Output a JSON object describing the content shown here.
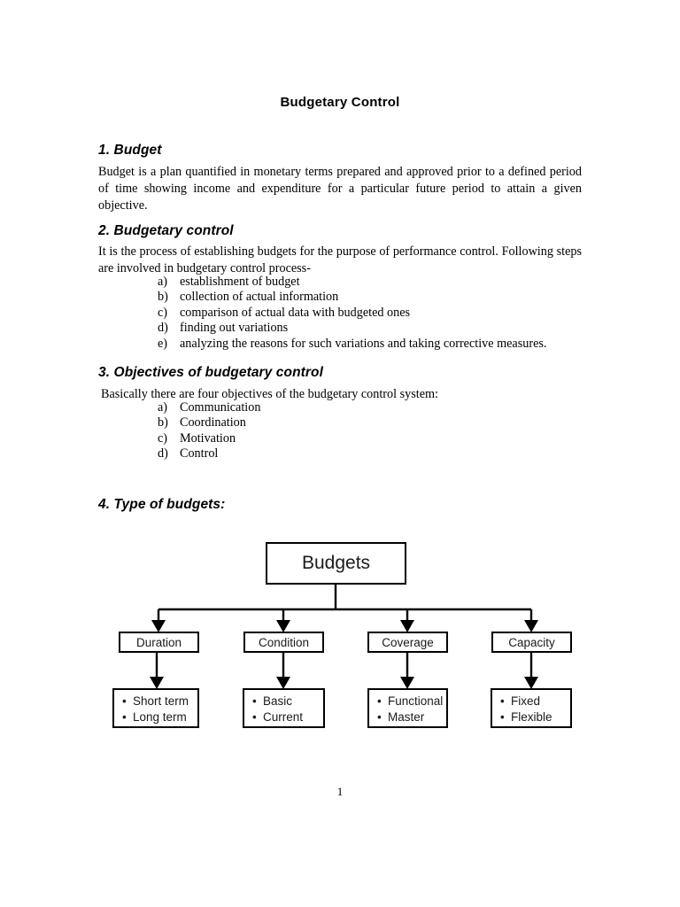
{
  "document": {
    "title": "Budgetary Control",
    "page_number": "1"
  },
  "sections": {
    "s1": {
      "heading": "1. Budget",
      "paragraph": "Budget is a plan quantified in monetary terms prepared and approved prior to a defined period of time showing income and expenditure for a particular future period to attain a given objective."
    },
    "s2": {
      "heading": "2. Budgetary control",
      "paragraph": "It is the process of establishing budgets for the purpose of performance control. Following steps are involved in  budgetary control process-",
      "items": [
        {
          "marker": "a)",
          "text": "establishment of budget"
        },
        {
          "marker": "b)",
          "text": "collection of actual information"
        },
        {
          "marker": "c)",
          "text": "comparison of actual data with budgeted ones"
        },
        {
          "marker": "d)",
          "text": "finding out variations"
        },
        {
          "marker": "e)",
          "text": "analyzing the reasons for such variations and taking corrective measures."
        }
      ]
    },
    "s3": {
      "heading": "3. Objectives of budgetary control",
      "paragraph": "Basically there are four objectives of the budgetary control system:",
      "items": [
        {
          "marker": "a)",
          "text": "Communication"
        },
        {
          "marker": "b)",
          "text": "Coordination"
        },
        {
          "marker": "c)",
          "text": "Motivation"
        },
        {
          "marker": "d)",
          "text": "Control"
        }
      ]
    },
    "s4": {
      "heading": "4. Type of budgets:"
    }
  },
  "diagram": {
    "root": {
      "label": "Budgets"
    },
    "categories": [
      {
        "label": "Duration",
        "items": [
          "Short term",
          "Long term"
        ]
      },
      {
        "label": "Condition",
        "items": [
          "Basic",
          "Current"
        ]
      },
      {
        "label": "Coverage",
        "items": [
          "Functional",
          "Master"
        ]
      },
      {
        "label": "Capacity",
        "items": [
          "Fixed",
          "Flexible"
        ]
      }
    ],
    "bullet_glyph": "•",
    "line_color": "#000000"
  }
}
